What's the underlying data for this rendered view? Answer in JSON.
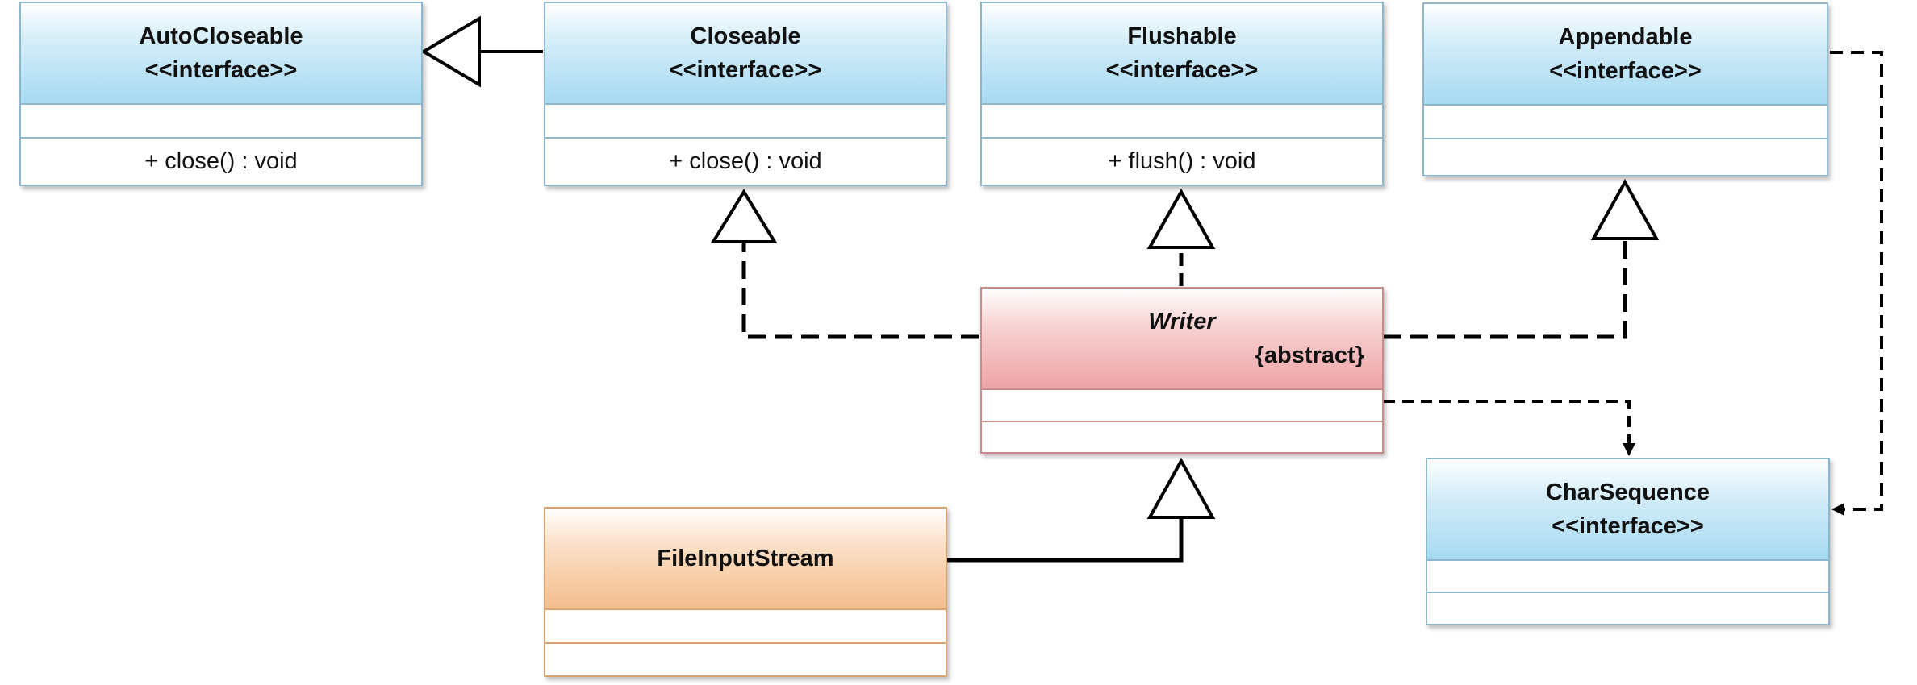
{
  "classes": {
    "autocloseable": {
      "name": "AutoCloseable",
      "stereotype": "<<interface>>",
      "method": "+ close() : void"
    },
    "closeable": {
      "name": "Closeable",
      "stereotype": "<<interface>>",
      "method": "+ close() : void"
    },
    "flushable": {
      "name": "Flushable",
      "stereotype": "<<interface>>",
      "method": "+ flush() : void"
    },
    "appendable": {
      "name": "Appendable",
      "stereotype": "<<interface>>"
    },
    "writer": {
      "name": "Writer",
      "modifier": "{abstract}"
    },
    "charsequence": {
      "name": "CharSequence",
      "stereotype": "<<interface>>"
    },
    "fileinputstream": {
      "name": "FileInputStream"
    }
  },
  "colors": {
    "interface_fill": "#a6d9f2",
    "abstract_fill": "#eda3a6",
    "concrete_fill": "#f4bd8c",
    "line": "#000000"
  },
  "relations": [
    {
      "from": "Closeable",
      "to": "AutoCloseable",
      "kind": "generalization"
    },
    {
      "from": "Writer",
      "to": "Closeable",
      "kind": "realization"
    },
    {
      "from": "Writer",
      "to": "Flushable",
      "kind": "realization"
    },
    {
      "from": "Writer",
      "to": "Appendable",
      "kind": "realization"
    },
    {
      "from": "Writer",
      "to": "CharSequence",
      "kind": "dependency"
    },
    {
      "from": "Appendable",
      "to": "CharSequence",
      "kind": "dependency"
    },
    {
      "from": "FileInputStream",
      "to": "Writer",
      "kind": "generalization"
    }
  ]
}
